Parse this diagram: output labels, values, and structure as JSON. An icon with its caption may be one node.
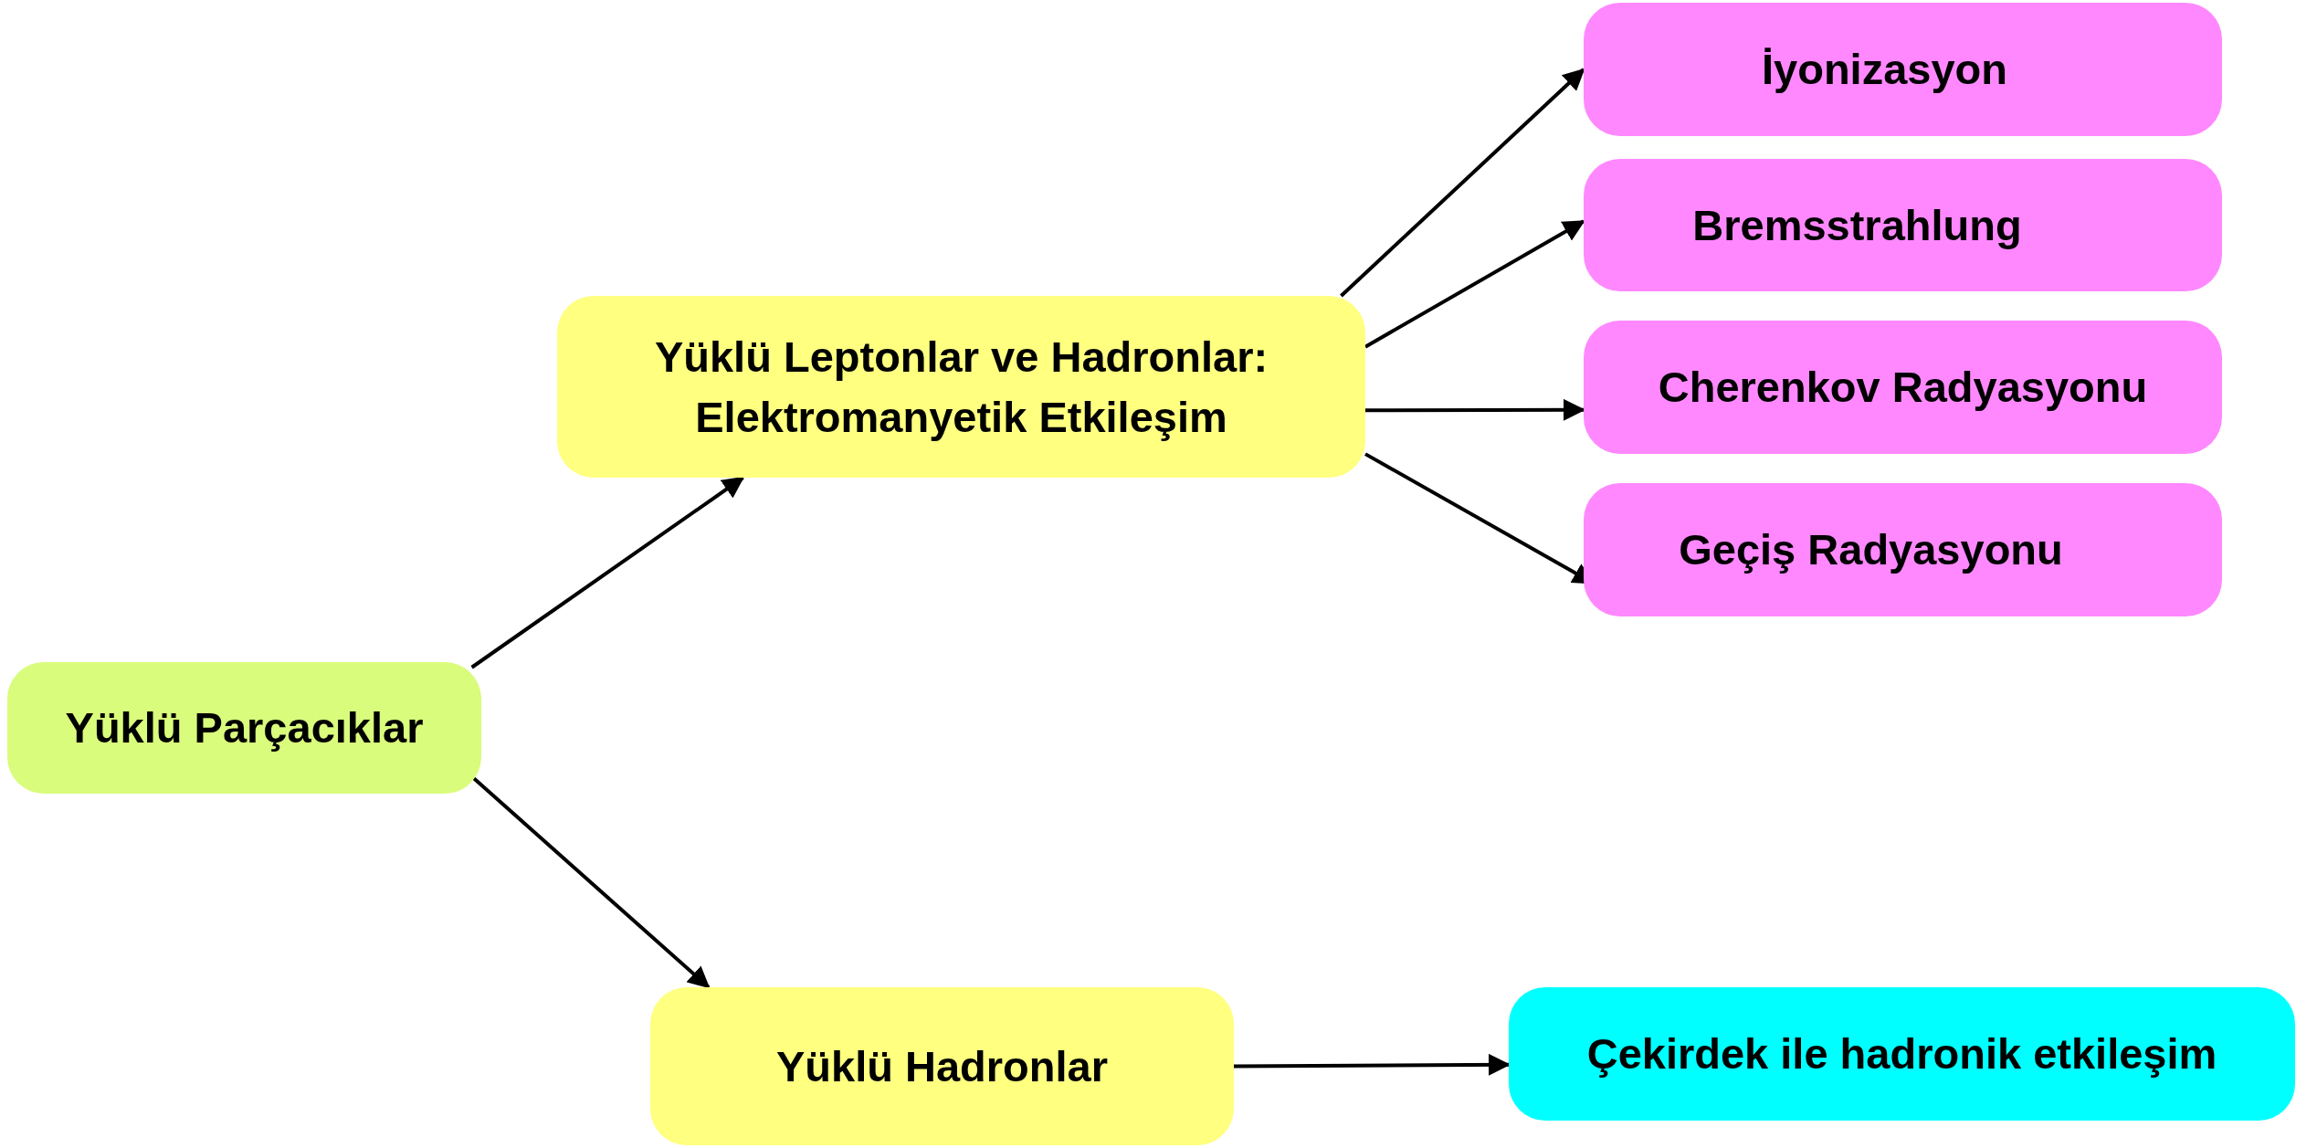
{
  "diagram": {
    "nodes": [
      {
        "text": [
          "Yüklü Parçacıklar"
        ]
      },
      {
        "text": [
          "Yüklü Leptonlar ve Hadronlar: Elektromanyetik Etkileşim"
        ]
      },
      {
        "text": [
          "Yüklü Hadronlar"
        ]
      },
      {
        "text": [
          "İyonizasyon"
        ]
      },
      {
        "text": [
          "Bremsstrahlung"
        ]
      },
      {
        "text": [
          "Cherenkov Radyasyonu"
        ]
      },
      {
        "text": [
          "Geçiş Radyasyonu"
        ]
      },
      {
        "text": [
          "Çekirdek ile hadronik etkileşim"
        ]
      }
    ],
    "edges": [
      {
        "from": 0,
        "to": 1,
        "arrow": "to"
      },
      {
        "from": 0,
        "to": 2,
        "arrow": "to"
      },
      {
        "from": 1,
        "to": 3,
        "arrow": "to"
      },
      {
        "from": 1,
        "to": 4,
        "arrow": "to"
      },
      {
        "from": 1,
        "to": 5,
        "arrow": "to"
      },
      {
        "from": 1,
        "to": 6,
        "arrow": "to"
      },
      {
        "from": 2,
        "to": 7,
        "arrow": "to"
      }
    ]
  }
}
